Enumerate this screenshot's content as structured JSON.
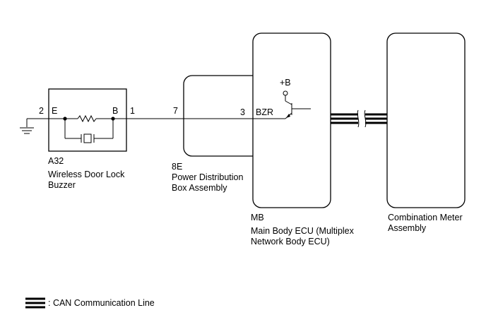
{
  "components": {
    "buzzer": {
      "code": "A32",
      "name_line1": "Wireless Door Lock",
      "name_line2": "Buzzer",
      "terminal_e_pin": "2",
      "terminal_e_label": "E",
      "terminal_b_label": "B",
      "terminal_b_pin": "1"
    },
    "power_box": {
      "code": "8E",
      "name_line1": "Power Distribution",
      "name_line2": "Box Assembly",
      "pin": "7"
    },
    "main_ecu": {
      "code": "MB",
      "name_line1": "Main Body ECU (Multiplex",
      "name_line2": "Network Body ECU)",
      "pin": "3",
      "pin_label": "BZR",
      "supply_label": "+B"
    },
    "meter": {
      "name_line1": "Combination Meter",
      "name_line2": "Assembly"
    }
  },
  "legend": {
    "can_line_label": ": CAN Communication Line"
  }
}
